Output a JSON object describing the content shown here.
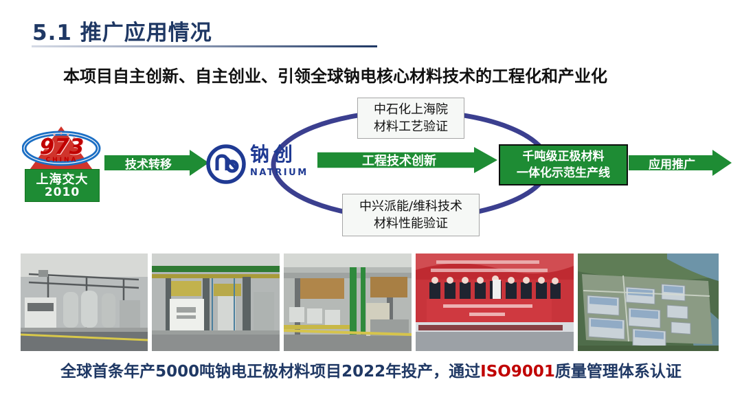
{
  "slide": {
    "title": "5.1 推广应用情况",
    "subtitle": "本项目自主创新、自主创业、引领全球钠电核心材料技术的工程化和产业化",
    "caption": {
      "part1": "全球首条年产5000吨钠电正极材料项目2022年投产，通过",
      "highlight": "ISO9001",
      "part2": "质量管理体系认证"
    }
  },
  "diagram": {
    "logo_973": {
      "number": "973",
      "country": "CHINA",
      "org": "上海交大",
      "year": "2010"
    },
    "natrium_logo": {
      "icon": "natrium-circle-na-mark",
      "cn_name": "钠创",
      "en_name": "NATRIUM"
    },
    "arrows": [
      {
        "id": "arrow-transfer",
        "label": "技术转移"
      },
      {
        "id": "arrow-innov",
        "label": "工程技术创新"
      },
      {
        "id": "arrow-promote",
        "label": "应用推广"
      }
    ],
    "production_box": {
      "line1": "千吨级正极材料",
      "line2": "一体化示范生产线"
    },
    "callouts": [
      {
        "id": "callout-top",
        "line1": "中石化上海院",
        "line2": "材料工艺验证"
      },
      {
        "id": "callout-bottom",
        "line1": "中兴派能/维科技术",
        "line2": "材料性能验证"
      }
    ]
  },
  "photos": [
    {
      "alt": "chemical-plant-reactor-tanks-interior"
    },
    {
      "alt": "production-workshop-green-pipes-control-cabinet"
    },
    {
      "alt": "material-processing-line-trays-racks"
    },
    {
      "alt": "production-launch-ceremony-red-stage-banner"
    },
    {
      "alt": "aerial-view-industrial-park-blue-roof-buildings"
    }
  ],
  "colors": {
    "title_navy": "#1f3864",
    "arrow_green": "#1e8c34",
    "ellipse_purple": "#3b3f8f",
    "accent_red": "#c00000",
    "logo_blue": "#1f3a93"
  }
}
